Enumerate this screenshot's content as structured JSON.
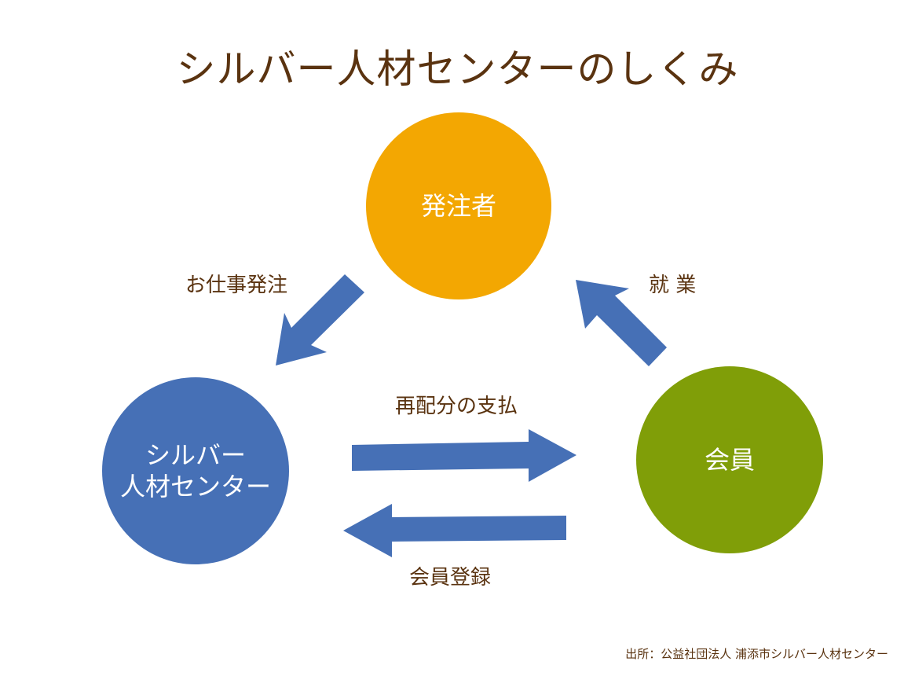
{
  "title": "シルバー人材センターのしくみ",
  "nodes": {
    "orderer": "発注者",
    "center": "シルバー\n人材センター",
    "member": "会員"
  },
  "flows": {
    "order": "お仕事発注",
    "work": "就 業",
    "payment": "再配分の支払",
    "registration": "会員登録"
  },
  "source": "出所：公益社団法人 浦添市シルバー人材センター",
  "colors": {
    "title_text": "#5a3310",
    "orderer": "#f3a702",
    "center": "#4670b6",
    "member": "#809e08",
    "arrow": "#4670b6"
  }
}
